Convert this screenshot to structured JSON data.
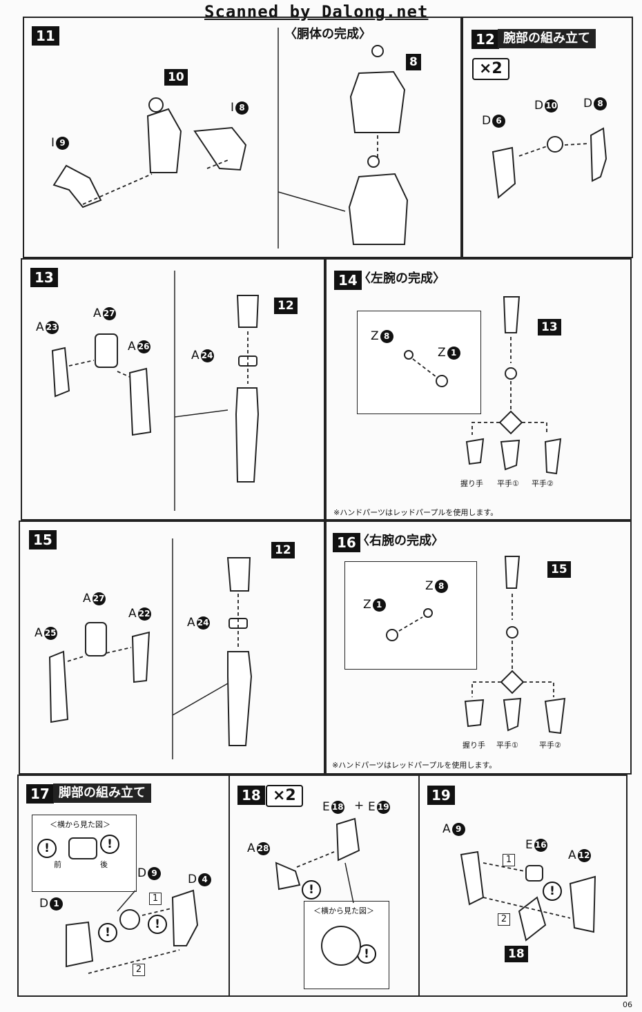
{
  "header": {
    "scan_credit": "Scanned by Dalong.net",
    "page_number": "06"
  },
  "steps": {
    "s11": {
      "number": "11",
      "title": "〈胴体の完成〉",
      "labels": {
        "i9": "I",
        "i9n": "9",
        "n10": "10",
        "i8": "I",
        "i8n": "8",
        "n8": "8"
      }
    },
    "s12": {
      "number": "12",
      "title": "腕部の組み立て",
      "multiplier": "×2",
      "labels": {
        "d6": "D",
        "d6n": "6",
        "d10": "D",
        "d10n": "10",
        "d8": "D",
        "d8n": "8"
      }
    },
    "s13": {
      "number": "13",
      "labels": {
        "a23": "A",
        "a23n": "23",
        "a27": "A",
        "a27n": "27",
        "a26": "A",
        "a26n": "26",
        "n12": "12",
        "a24": "A",
        "a24n": "24"
      }
    },
    "s14": {
      "number": "14",
      "title": "〈左腕の完成〉",
      "labels": {
        "z8": "Z",
        "z8n": "8",
        "z1": "Z",
        "z1n": "1",
        "n13": "13"
      },
      "hands": [
        "握り手",
        "平手①",
        "平手②"
      ],
      "note": "※ハンドパーツはレッドパープルを使用します。"
    },
    "s15": {
      "number": "15",
      "labels": {
        "a27": "A",
        "a27n": "27",
        "a22": "A",
        "a22n": "22",
        "a25": "A",
        "a25n": "25",
        "n12": "12",
        "a24": "A",
        "a24n": "24"
      }
    },
    "s16": {
      "number": "16",
      "title": "〈右腕の完成〉",
      "labels": {
        "z8": "Z",
        "z8n": "8",
        "z1": "Z",
        "z1n": "1",
        "n15": "15"
      },
      "hands": [
        "握り手",
        "平手①",
        "平手②"
      ],
      "note": "※ハンドパーツはレッドパープルを使用します。"
    },
    "s17": {
      "number": "17",
      "title": "脚部の組み立て",
      "side_view": "＜横から見た図＞",
      "front": "前",
      "back": "後",
      "labels": {
        "d9": "D",
        "d9n": "9",
        "d4": "D",
        "d4n": "4",
        "d1": "D",
        "d1n": "1"
      },
      "order": [
        "1",
        "2"
      ],
      "warning": "!"
    },
    "s18": {
      "number": "18",
      "multiplier": "×2",
      "labels": {
        "e18": "E",
        "e18n": "18",
        "plus": "+",
        "e19": "E",
        "e19n": "19",
        "a28": "A",
        "a28n": "28"
      },
      "side_view": "＜横から見た図＞",
      "warning": "!"
    },
    "s19": {
      "number": "19",
      "labels": {
        "a9": "A",
        "a9n": "9",
        "e16": "E",
        "e16n": "16",
        "a12": "A",
        "a12n": "12",
        "n18": "18"
      },
      "order": [
        "1",
        "2"
      ],
      "warning": "!"
    }
  }
}
